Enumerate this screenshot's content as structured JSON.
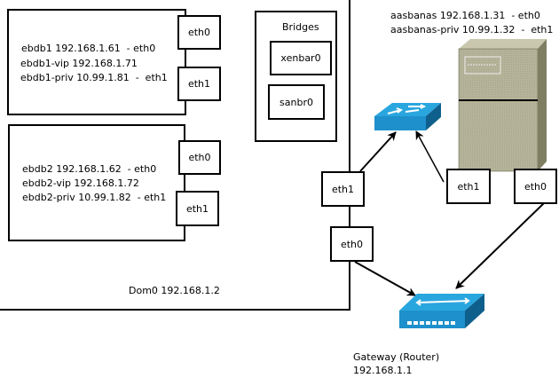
{
  "dom0": {
    "label": "Dom0 192.168.1.2",
    "nics": {
      "eth1": "eth1",
      "eth0": "eth0"
    }
  },
  "bridges": {
    "title": "Bridges",
    "items": [
      "xenbar0",
      "sanbr0"
    ]
  },
  "vms": [
    {
      "lines": [
        "ebdb1 192.168.1.61  - eth0",
        "ebdb1-vip 192.168.1.71",
        "ebdb1-priv 10.99.1.81  -  eth1"
      ],
      "nics": [
        "eth0",
        "eth1"
      ]
    },
    {
      "lines": [
        "ebdb2 192.168.1.62  - eth0",
        "ebdb2-vip 192.168.1.72",
        "ebdb2-priv 10.99.1.82  - eth1"
      ],
      "nics": [
        "eth0",
        "eth1"
      ]
    }
  ],
  "storage_server": {
    "lines": [
      "aasbanas 192.168.1.31  - eth0",
      "aasbanas-priv 10.99.1.32  -  eth1"
    ],
    "nics": [
      "eth1",
      "eth0"
    ]
  },
  "gateway": {
    "lines": [
      "Gateway (Router)",
      "192.168.1.1"
    ]
  },
  "colors": {
    "switch_top": "#2aa6df",
    "switch_front": "#1e90cc",
    "switch_side": "#0f5f8c",
    "server_front": "#b6b49a",
    "server_top": "#c9c7ae",
    "server_side": "#7f7d62"
  }
}
